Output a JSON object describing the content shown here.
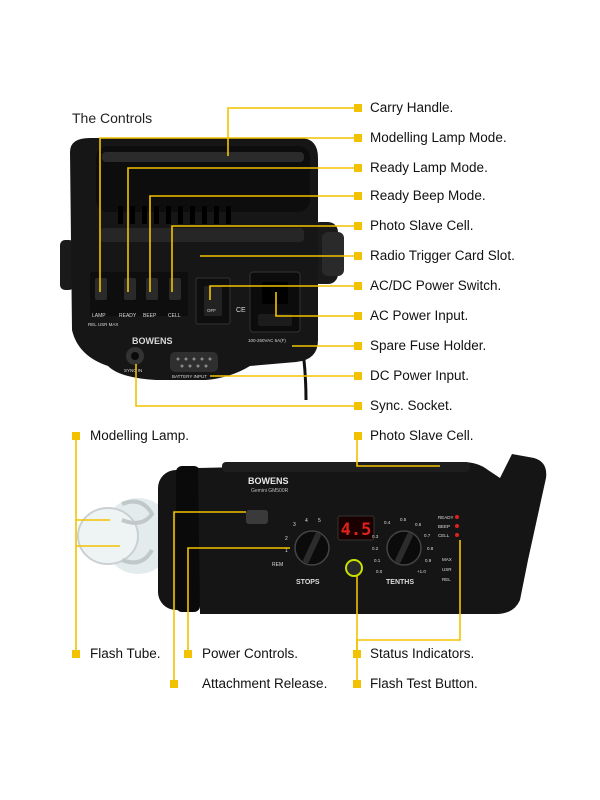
{
  "title": "The Controls",
  "colors": {
    "leader": "#f2c200",
    "body": "#151515",
    "display": "#e0201a",
    "test_button": "#c8e000"
  },
  "top_unit": {
    "labels": [
      "LAMP",
      "READY",
      "BEEP",
      "CELL",
      "REL USR MAX",
      "OFF",
      "BOWENS",
      "SYNC IN",
      "BATTERY INPUT",
      "100-250VAC 5A(F)",
      "CE"
    ]
  },
  "bottom_unit": {
    "brand": "BOWENS",
    "model": "Gemini GM500R",
    "display_value": "4.5",
    "stops_label": "STOPS",
    "tenths_label": "TENTHS",
    "rem_label": "REM",
    "stops_scale": [
      "1",
      "2",
      "3",
      "4",
      "5"
    ],
    "tenths_scale": [
      "0.0",
      "0.1",
      "0.2",
      "0.3",
      "0.4",
      "0.5",
      "0.6",
      "0.7",
      "0.8",
      "0.9",
      "+1.0"
    ],
    "status_labels": [
      "READY",
      "BEEP",
      "CELL"
    ],
    "mode_labels": [
      "MAX",
      "USR",
      "REL"
    ]
  },
  "callouts": {
    "carry_handle": "Carry Handle.",
    "modelling_lamp_mode": "Modelling Lamp Mode.",
    "ready_lamp_mode": "Ready Lamp Mode.",
    "ready_beep_mode": "Ready Beep Mode.",
    "photo_slave_cell_top": "Photo Slave Cell.",
    "radio_trigger_slot": "Radio Trigger Card Slot.",
    "acdc_switch": "AC/DC Power Switch.",
    "ac_power_input": "AC Power Input.",
    "spare_fuse_holder": "Spare Fuse Holder.",
    "dc_power_input": "DC Power Input.",
    "sync_socket": "Sync. Socket.",
    "modelling_lamp": "Modelling Lamp.",
    "photo_slave_cell_bottom": "Photo Slave Cell.",
    "flash_tube": "Flash Tube.",
    "power_controls": "Power Controls.",
    "attachment_release": "Attachment Release.",
    "status_indicators": "Status Indicators.",
    "flash_test_button": "Flash Test Button."
  }
}
